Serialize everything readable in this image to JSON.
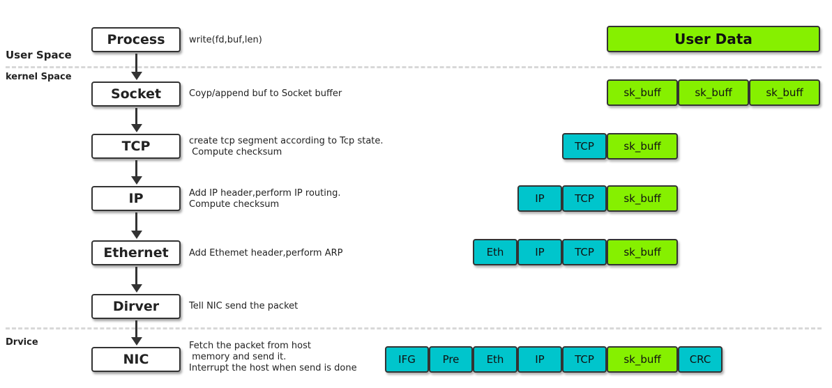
{
  "zones": {
    "user_space": "User Space",
    "kernel_space": "kernel Space",
    "device": "Drvice"
  },
  "layers": {
    "process": "Process",
    "socket": "Socket",
    "tcp": "TCP",
    "ip": "IP",
    "ethernet": "Ethernet",
    "driver": "Dirver",
    "nic": "NIC"
  },
  "descriptions": {
    "process": "write(fd,buf,len)",
    "socket": "Coyp/append buf to Socket buffer",
    "tcp": "create tcp segment according to Tcp state.\n Compute checksum",
    "ip": "Add IP header,perform IP routing.\nCompute checksum",
    "ethernet": "Add Ethemet header,perform ARP",
    "driver": "Tell NIC send the packet",
    "nic": "Fetch the packet from host\n memory and send it.\nInterrupt the host when send is done"
  },
  "packets": {
    "user_data": "User Data",
    "sk_buff": "sk_buff",
    "tcp": "TCP",
    "ip": "IP",
    "eth": "Eth",
    "ifg": "IFG",
    "pre": "Pre",
    "crc": "CRC"
  },
  "colors": {
    "header_segment": "#00c5cc",
    "data_segment": "#86f000",
    "border": "#333333"
  }
}
